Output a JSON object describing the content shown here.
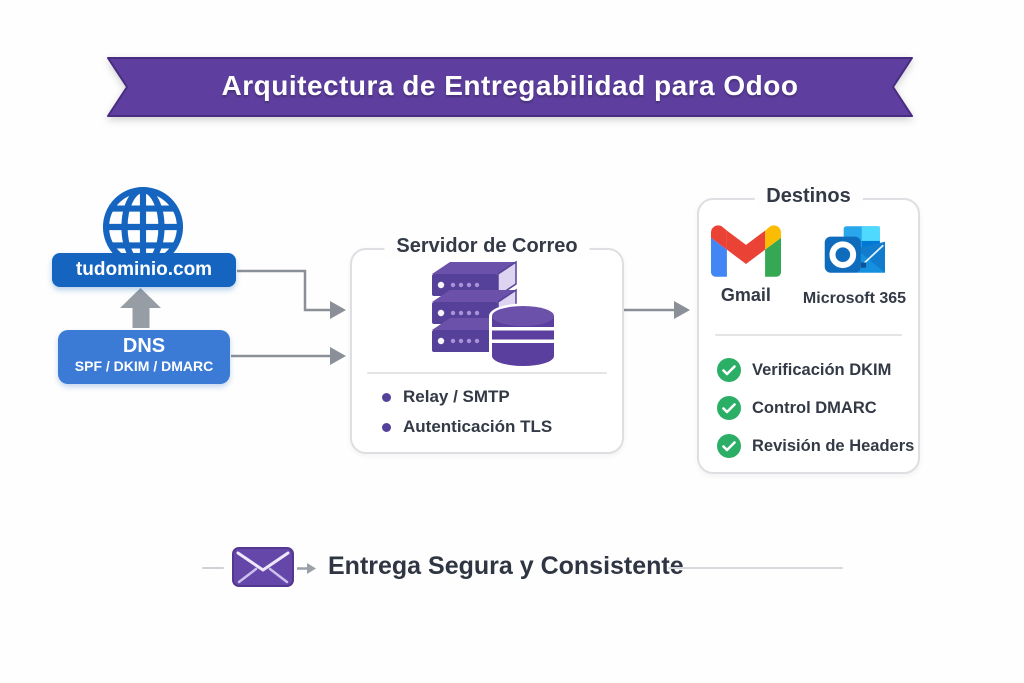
{
  "banner": {
    "title": "Arquitectura de Entregabilidad para Odoo"
  },
  "source": {
    "domain_label": "tudominio.com",
    "dns_title": "DNS",
    "dns_subtitle": "SPF / DKIM / DMARC"
  },
  "mail_server": {
    "title": "Servidor de Correo",
    "items": [
      {
        "label": "Relay / SMTP"
      },
      {
        "label": "Autenticación TLS"
      }
    ]
  },
  "destinations": {
    "title": "Destinos",
    "providers": [
      {
        "label": "Gmail"
      },
      {
        "label": "Microsoft 365"
      }
    ],
    "checks": [
      {
        "label": "Verificación DKIM"
      },
      {
        "label": "Control DMARC"
      },
      {
        "label": "Revisión de Headers"
      }
    ]
  },
  "footer": {
    "label": "Entrega Segura y Consistente"
  },
  "colors": {
    "ribbon_purple": "#5e3f9f",
    "domain_blue": "#1565c0",
    "dns_blue": "#3b7bd5",
    "server_purple": "#56419a",
    "server_purple_light": "#6c51ab",
    "db_purple": "#5a3f9e",
    "check_green": "#2bae66",
    "connector_gray": "#8a8f98",
    "text_dark": "#2f3542",
    "gmail_red": "#ea4335",
    "gmail_blue": "#4285f4",
    "gmail_green": "#34a853",
    "gmail_yellow": "#fbbc04",
    "outlook_blue": "#0f6cbd"
  }
}
